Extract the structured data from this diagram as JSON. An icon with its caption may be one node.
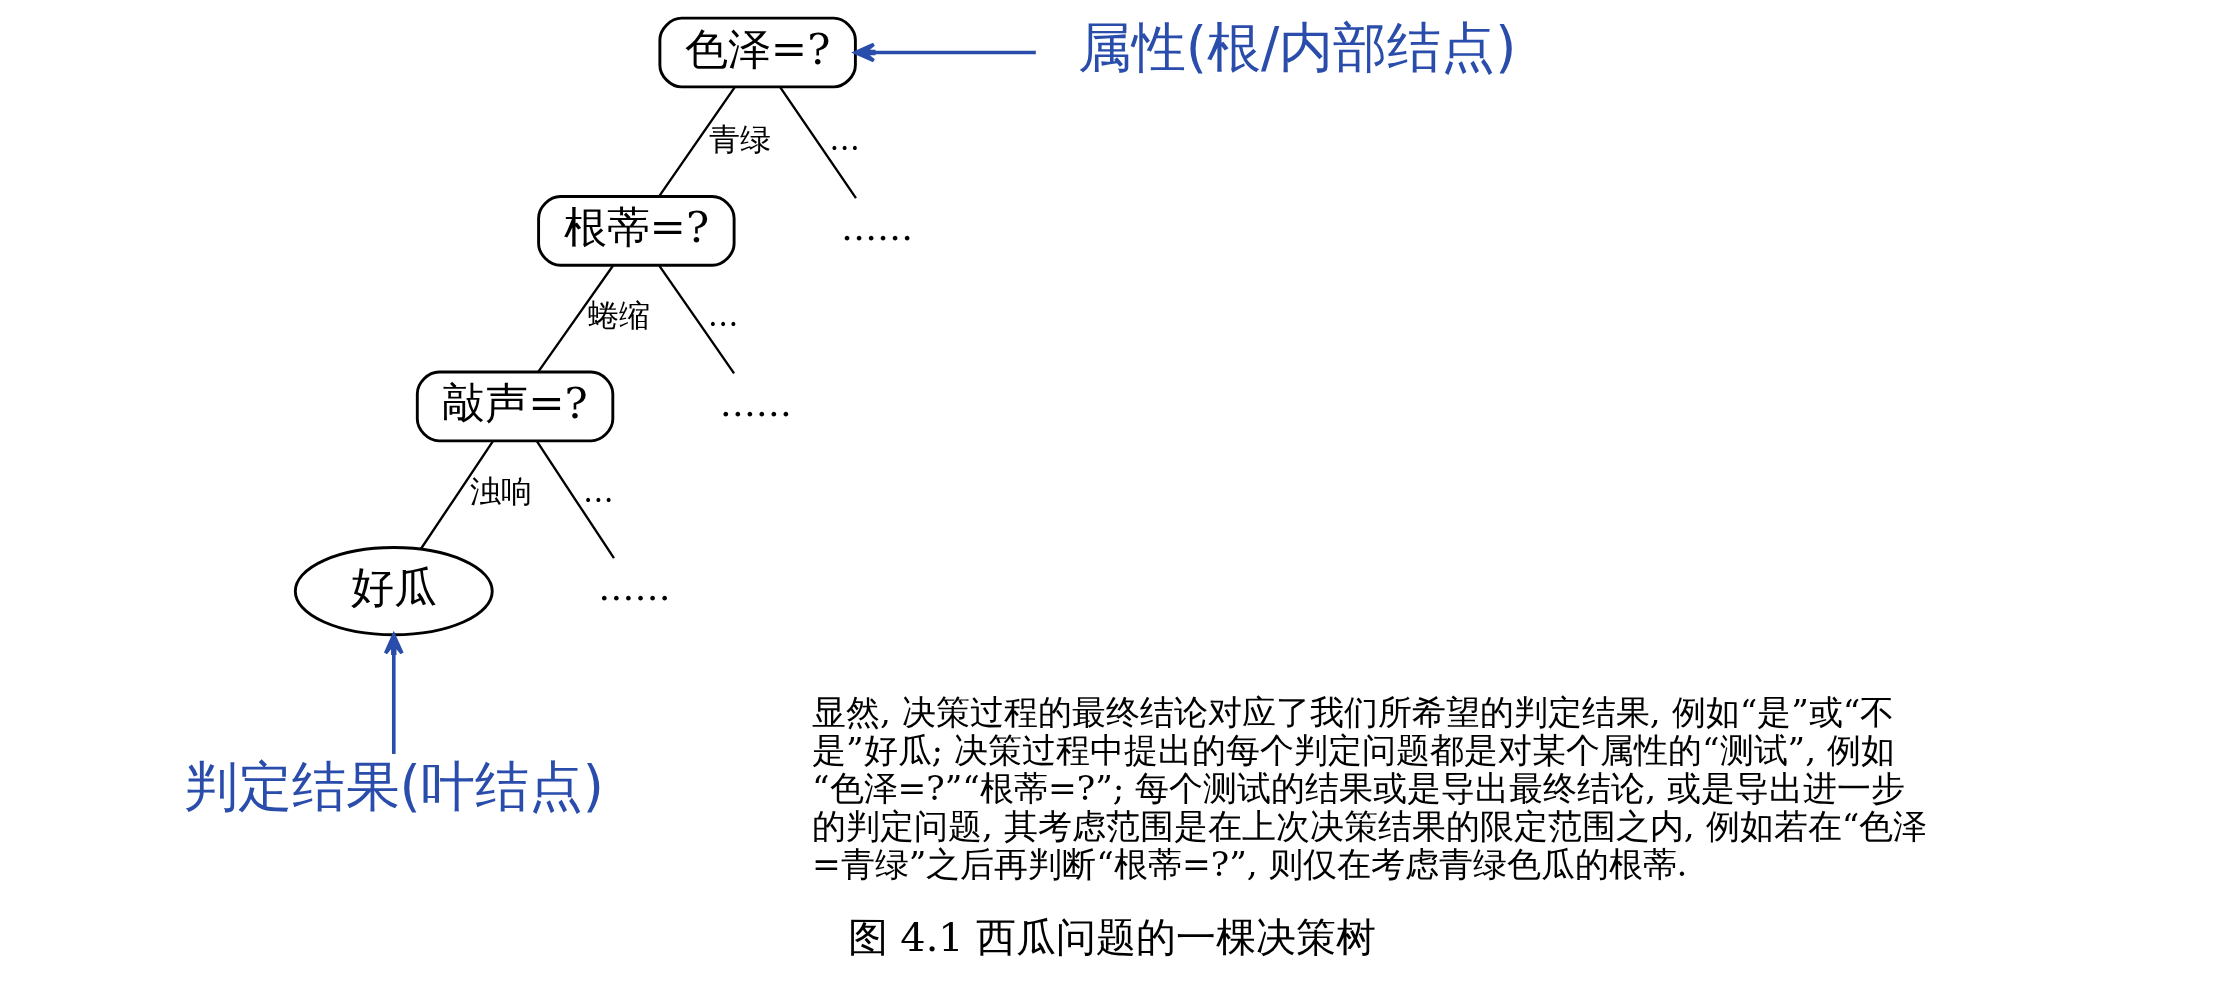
{
  "diagram": {
    "caption": "图 4.1 西瓜问题的一棵决策树",
    "nodes": [
      {
        "text": [
          "色泽=?"
        ]
      },
      {
        "text": [
          "属性(根/内部结点)"
        ]
      },
      {
        "text": [
          "根蒂=?"
        ]
      },
      {
        "text": [
          "……"
        ]
      },
      {
        "text": [
          "敲声=?"
        ]
      },
      {
        "text": [
          "……"
        ]
      },
      {
        "text": [
          "好瓜"
        ]
      },
      {
        "text": [
          "……"
        ]
      },
      {
        "text": [
          "判定结果(叶结点)"
        ]
      }
    ],
    "edges": [
      {
        "from": 1,
        "to": 0,
        "arrow": "to",
        "color": "#2a4dab"
      },
      {
        "from": 0,
        "to": 2,
        "arrow": "none",
        "label": "青绿"
      },
      {
        "from": 0,
        "to": 3,
        "arrow": "none",
        "label": "…"
      },
      {
        "from": 2,
        "to": 4,
        "arrow": "none",
        "label": "蜷缩"
      },
      {
        "from": 2,
        "to": 5,
        "arrow": "none",
        "label": "…"
      },
      {
        "from": 4,
        "to": 6,
        "arrow": "none",
        "label": "浊响"
      },
      {
        "from": 4,
        "to": 7,
        "arrow": "none",
        "label": "…"
      },
      {
        "from": 8,
        "to": 6,
        "arrow": "to",
        "color": "#2a4dab"
      }
    ],
    "labels": [
      "显然, 决策过程的最终结论对应了我们所希望的判定结果, 例如“是”或“不是”好瓜; 决策过程中提出的每个判定问题都是对某个属性的“测试”, 例如“色泽=?”“根蒂=?”; 每个测试的结果或是导出最终结论, 或是导出进一步的判定问题, 其考虑范围是在上次决策结果的限定范围之内, 例如若在“色泽=青绿”之后再判断“根蒂=?”, 则仅在考虑青绿色瓜的根蒂."
    ]
  }
}
